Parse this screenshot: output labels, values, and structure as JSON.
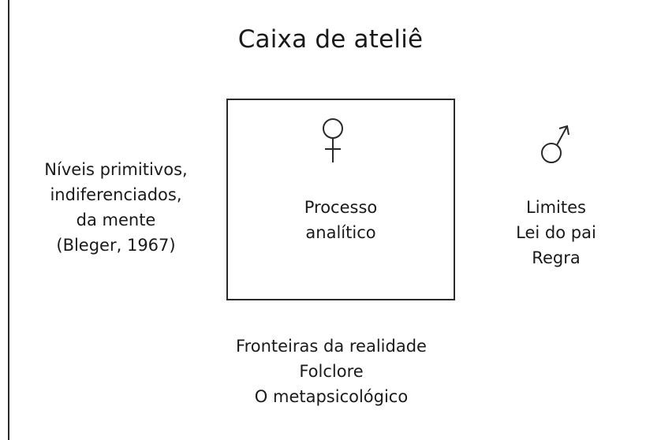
{
  "title": "Caixa de ateliê",
  "left_text": [
    "Níveis primitivos,",
    "indiferenciados,",
    "da mente",
    "(Bleger, 1967)"
  ],
  "center_text": [
    "Processo",
    "analítico"
  ],
  "right_text": [
    "Limites",
    "Lei do pai",
    "Regra"
  ],
  "bottom_text": [
    "Fronteiras da realidade",
    "Folclore",
    "O metapsicológico"
  ],
  "icons": {
    "inside_box": "venus-symbol-icon",
    "right": "mars-symbol-icon"
  },
  "colors": {
    "stroke": "#2a2a2a",
    "text": "#1a1a1a",
    "background": "#ffffff"
  }
}
